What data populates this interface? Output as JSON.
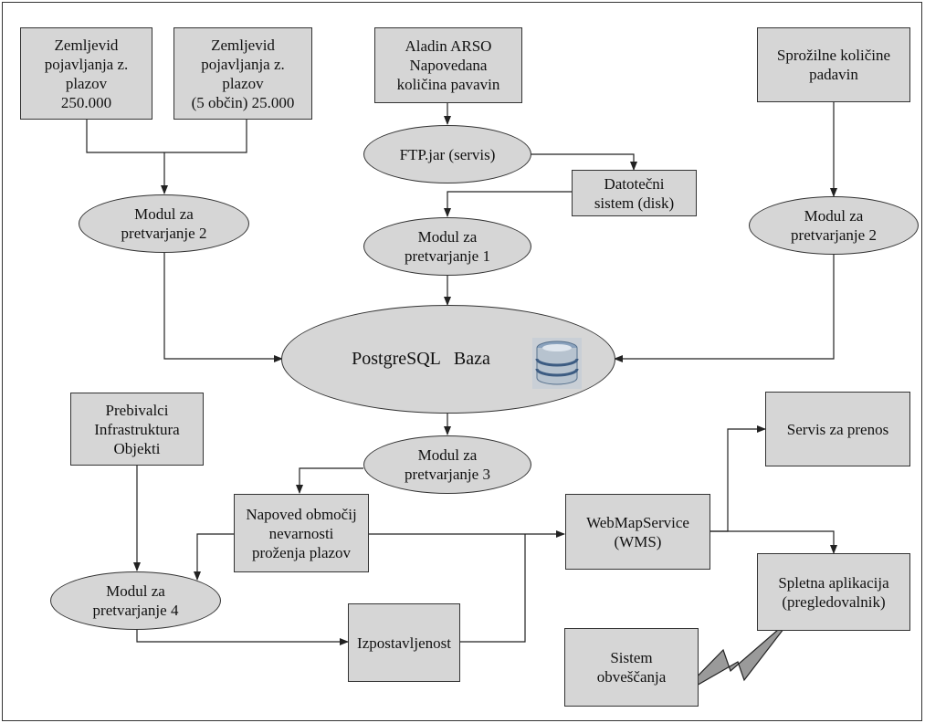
{
  "nodes": {
    "zemljevid_250": "Zemljevid\npojavljanja z.\nplazov\n250.000",
    "zemljevid_25": "Zemljevid\npojavljanja z.\nplazov\n(5 občin) 25.000",
    "aladin": "Aladin ARSO\nNapovedana\nkoličina pavavin",
    "sprozilne": "Sprožilne količine\npadavin",
    "ftp": "FTP.jar (servis)",
    "datotecni": "Datotečni\nsistem (disk)",
    "modul2_left": "Modul za\npretvarjanje 2",
    "modul1": "Modul za\npretvarjanje 1",
    "modul2_right": "Modul za\npretvarjanje 2",
    "postgres_name": "PostgreSQL",
    "postgres_baza": "Baza",
    "prebivalci": "Prebivalci\nInfrastruktura\nObjekti",
    "modul3": "Modul za\npretvarjanje 3",
    "napoved": "Napoved območij\nnevarnosti\nproženja plazov",
    "wms": "WebMapService\n(WMS)",
    "servis_prenos": "Servis za prenos",
    "spletna": "Spletna aplikacija\n(pregledovalnik)",
    "modul4": "Modul za\npretvarjanje 4",
    "izpostavljenost": "Izpostavljenost",
    "sistem": "Sistem\nobveščanja"
  },
  "icons": {
    "database": "database-icon",
    "lightning": "lightning-icon"
  },
  "colors": {
    "fill": "#d6d6d6",
    "stroke": "#333333",
    "lightning": "#9a9a9a"
  }
}
